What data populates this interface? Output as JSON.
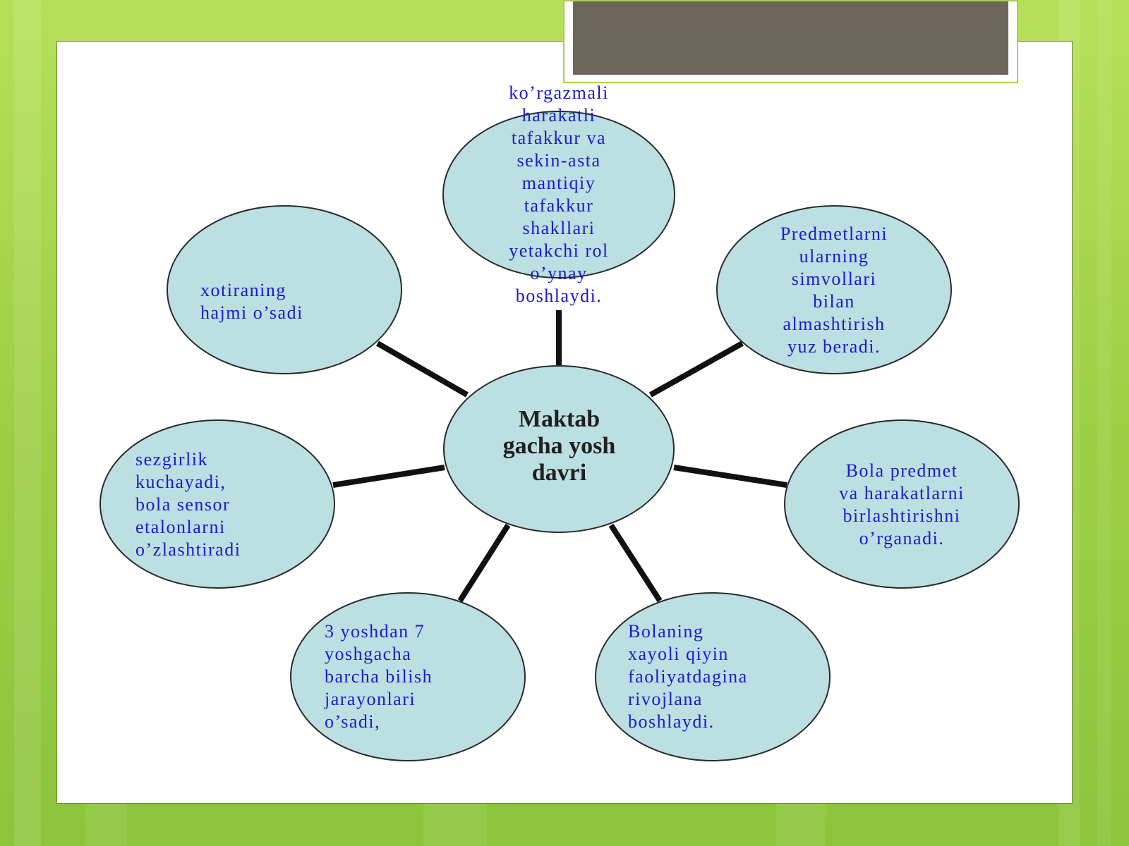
{
  "colors": {
    "background_green": "#9fd046",
    "slide_white": "#ffffff",
    "title_block": "#6d665a",
    "node_fill": "#bcdfe1",
    "node_stroke": "#2b2b2b",
    "connector": "#111111",
    "node_text": "#1a1ad0",
    "center_text": "#202020"
  },
  "diagram": {
    "center": {
      "text": "Maktab\ngacha yosh\ndavri"
    },
    "nodes": [
      {
        "id": "top",
        "text": "ko’rgazmali\nharakatli\ntafakkur va\nsekin-asta\nmantiqiy\ntafakkur\nshakllari\nyetakchi rol\no’ynay\nboshlaydi."
      },
      {
        "id": "upper-left",
        "text": "xotiraning\nhajmi o’sadi"
      },
      {
        "id": "upper-right",
        "text": "Predmetlarni\nularning\nsimvollari\nbilan\nalmashtirish\nyuz beradi."
      },
      {
        "id": "left",
        "text": "sezgirlik\nkuchayadi,\nbola sensor\netalonlarni\no’zlashtiradi"
      },
      {
        "id": "right",
        "text": "Bola predmet\nva harakatlarni\nbirlashtirishni\no’rganadi."
      },
      {
        "id": "bottom-left",
        "text": "3 yoshdan 7\nyoshgacha\nbarcha bilish\njarayonlari\no’sadi,"
      },
      {
        "id": "bottom-right",
        "text": "Bolaning\nxayoli qiyin\nfaoliyatdagina\nrivojlana\nboshlaydi."
      }
    ]
  }
}
